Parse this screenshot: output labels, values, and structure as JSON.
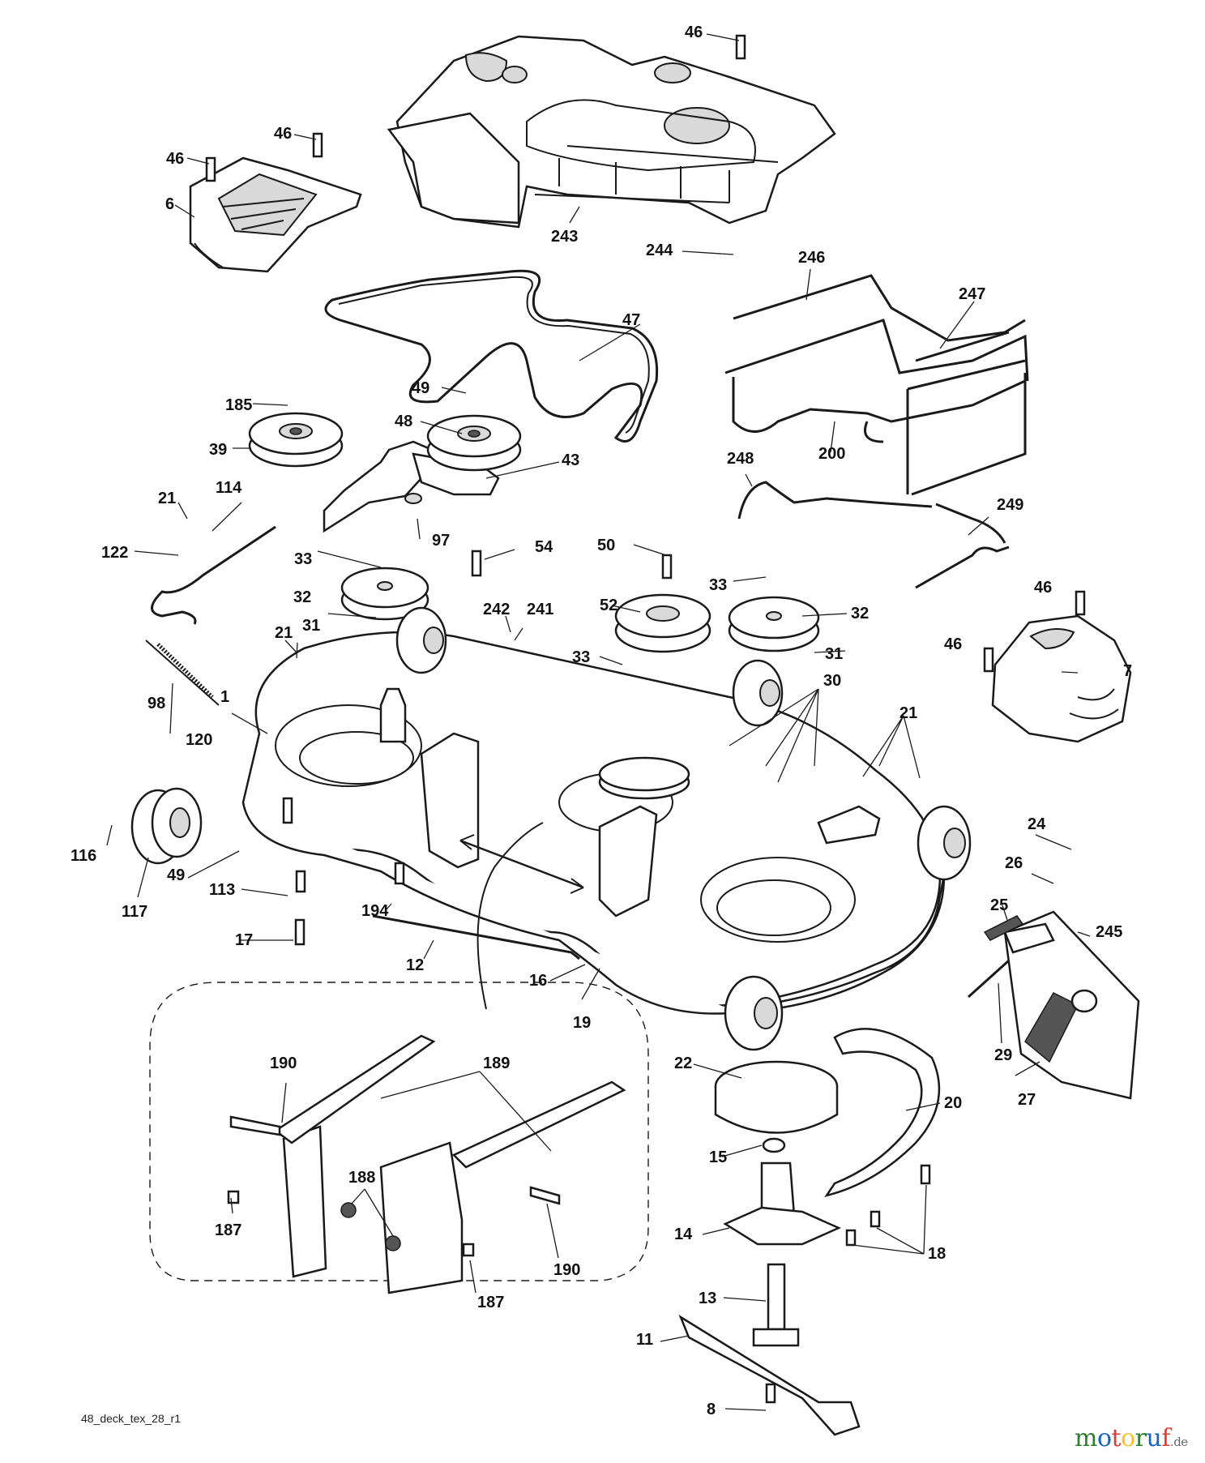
{
  "drawing_code": "48_deck_tex_28_r1",
  "watermark": {
    "brand": "motoruf",
    "domain": ".de",
    "colors": [
      "#2e7d32",
      "#1565c0",
      "#e53935",
      "#fbc02d"
    ]
  },
  "callouts": [
    "46",
    "46",
    "46",
    "6",
    "243",
    "244",
    "246",
    "247",
    "47",
    "49",
    "185",
    "48",
    "39",
    "43",
    "200",
    "248",
    "21",
    "114",
    "122",
    "54",
    "97",
    "50",
    "249",
    "33",
    "33",
    "32",
    "52",
    "32",
    "46",
    "46",
    "31",
    "21",
    "242",
    "241",
    "31",
    "33",
    "7",
    "30",
    "98",
    "1",
    "120",
    "21",
    "116",
    "49",
    "117",
    "24",
    "26",
    "113",
    "194",
    "25",
    "245",
    "17",
    "12",
    "16",
    "19",
    "29",
    "27",
    "190",
    "189",
    "22",
    "20",
    "15",
    "188",
    "187",
    "14",
    "190",
    "187",
    "18",
    "13",
    "11",
    "8"
  ]
}
